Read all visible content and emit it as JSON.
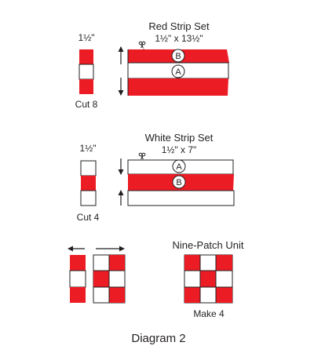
{
  "colors": {
    "red": "#ec1c24",
    "white": "#ffffff",
    "outline": "#231f20"
  },
  "icons": [
    "scissors-icon",
    "arrow-icon"
  ],
  "red_strip_set": {
    "title": "Red Strip Set",
    "dimensions": "1½\" x 13½\"",
    "strip_b": "B",
    "strip_a": "A",
    "segment_width": "1½\"",
    "segment_note": "Cut 8"
  },
  "white_strip_set": {
    "title": "White Strip Set",
    "dimensions": "1½\" x 7\"",
    "strip_a": "A",
    "strip_b": "B",
    "segment_width": "1½\"",
    "segment_note": "Cut 4"
  },
  "nine_patch": {
    "title": "Nine-Patch Unit",
    "note": "Make 4"
  },
  "caption": "Diagram 2"
}
